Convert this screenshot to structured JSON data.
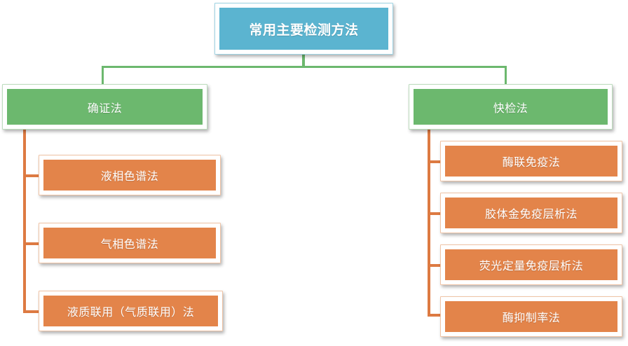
{
  "diagram": {
    "type": "organization-chart",
    "title_node": {
      "label": "常用主要检测方法",
      "color": "#5BB4D0"
    },
    "branches": [
      {
        "id": "confirmatory",
        "label": "确证法",
        "color": "#6CB86E",
        "children": [
          {
            "label": "液相色谱法",
            "color": "#E3844A"
          },
          {
            "label": "气相色谱法",
            "color": "#E3844A"
          },
          {
            "label": "液质联用（气质联用）法",
            "color": "#E3844A"
          }
        ]
      },
      {
        "id": "rapid",
        "label": "快检法",
        "color": "#6CB86E",
        "children": [
          {
            "label": "酶联免疫法",
            "color": "#E3844A"
          },
          {
            "label": "胶体金免疫层析法",
            "color": "#E3844A"
          },
          {
            "label": "荧光定量免疫层析法",
            "color": "#E3844A"
          },
          {
            "label": "酶抑制率法",
            "color": "#E3844A"
          }
        ]
      }
    ],
    "colors": {
      "root": "#5BB4D0",
      "branch": "#6CB86E",
      "leaf": "#E3844A",
      "connector_green": "#6CB86E",
      "connector_orange": "#DD7A42",
      "background": "#FFFFFF",
      "text": "#FFFFFF"
    }
  }
}
